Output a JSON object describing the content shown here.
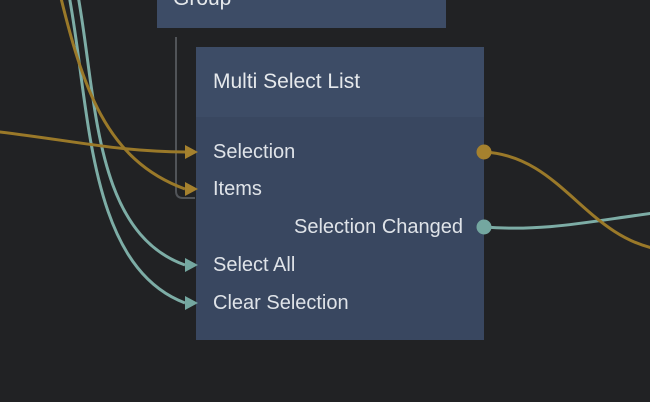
{
  "editor": {
    "kind": "node-graph-editor"
  },
  "nodes": {
    "group": {
      "title": "Group"
    },
    "multi_select_list": {
      "title": "Multi Select List",
      "ports": {
        "selection": {
          "label": "Selection",
          "direction": "input",
          "wire_color": "#9a7929"
        },
        "items": {
          "label": "Items",
          "direction": "input",
          "wire_color": "#9a7929"
        },
        "selection_changed": {
          "label": "Selection Changed",
          "direction": "output",
          "wire_color": "#7dada6"
        },
        "select_all": {
          "label": "Select All",
          "direction": "input",
          "wire_color": "#7dada6"
        },
        "clear_selection": {
          "label": "Clear Selection",
          "direction": "input",
          "wire_color": "#7dada6"
        }
      }
    }
  },
  "colors": {
    "background": "#212224",
    "node_body": "#394760",
    "node_header": "#3d4c66",
    "text": "#dfe3e8",
    "wire_gold": "#9a7929",
    "wire_gold_accent": "#a5812e",
    "wire_teal": "#7dada6",
    "wire_teal_accent": "#74a7a0",
    "wire_gray": "#515458"
  }
}
